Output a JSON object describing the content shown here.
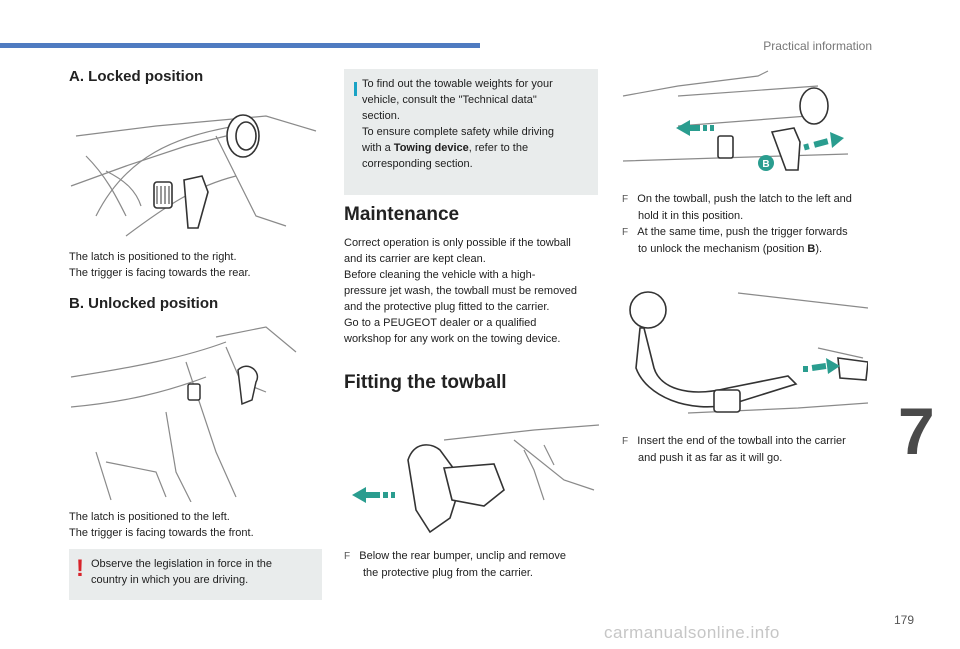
{
  "header": {
    "section_title": "Practical information"
  },
  "locked": {
    "heading": "A. Locked position",
    "lines": [
      "The latch is positioned to the right.",
      "The trigger is facing towards the rear."
    ]
  },
  "unlocked": {
    "heading": "B. Unlocked position",
    "lines": [
      "The latch is positioned to the left.",
      "The trigger is facing towards the front."
    ]
  },
  "warning": {
    "lines": [
      "Observe the legislation in force in the",
      "country in which you are driving."
    ]
  },
  "info": {
    "lines_1": [
      "To find out the towable weights for your",
      "vehicle, consult the \"Technical data\"",
      "section.",
      "To ensure complete safety while driving"
    ],
    "with_a": "with a ",
    "towing_device": "Towing device",
    "after_bold": ", refer to the",
    "lines_2": [
      "corresponding section."
    ]
  },
  "maintenance": {
    "heading": "Maintenance",
    "lines": [
      "Correct operation is only possible if the towball",
      "and its carrier are kept clean.",
      "Before cleaning the vehicle with a high-",
      "pressure jet wash, the towball must be removed",
      "and the protective plug fitted to the carrier.",
      "Go to a PEUGEOT dealer or a qualified",
      "workshop for any work on the towing device."
    ]
  },
  "fitting": {
    "heading": "Fitting the towball",
    "step1": [
      "Below the rear bumper, unclip and remove",
      "the protective plug from the carrier."
    ]
  },
  "right": {
    "badge": "B",
    "step2a": [
      "On the towball, push the latch to the left and",
      "hold it in this position."
    ],
    "step2b_line1": "At the same time, push the trigger forwards",
    "step2b_pre": "to unlock the mechanism (position ",
    "step2b_bold": "B",
    "step2b_post": ").",
    "step3": [
      "Insert the end of the towball into the carrier",
      "and push it as far as it will go."
    ]
  },
  "bullet_mark": "F",
  "warning_mark": "!",
  "chapter_number": "7",
  "page_number": "179",
  "watermark": "carmanualsonline.info",
  "colors": {
    "accent_blue": "#4f7bc1",
    "teal_arrow": "#2a9d8f",
    "info_bar": "#1aa3c5",
    "warning_red": "#d8232a",
    "box_bg": "#e9ecec"
  }
}
